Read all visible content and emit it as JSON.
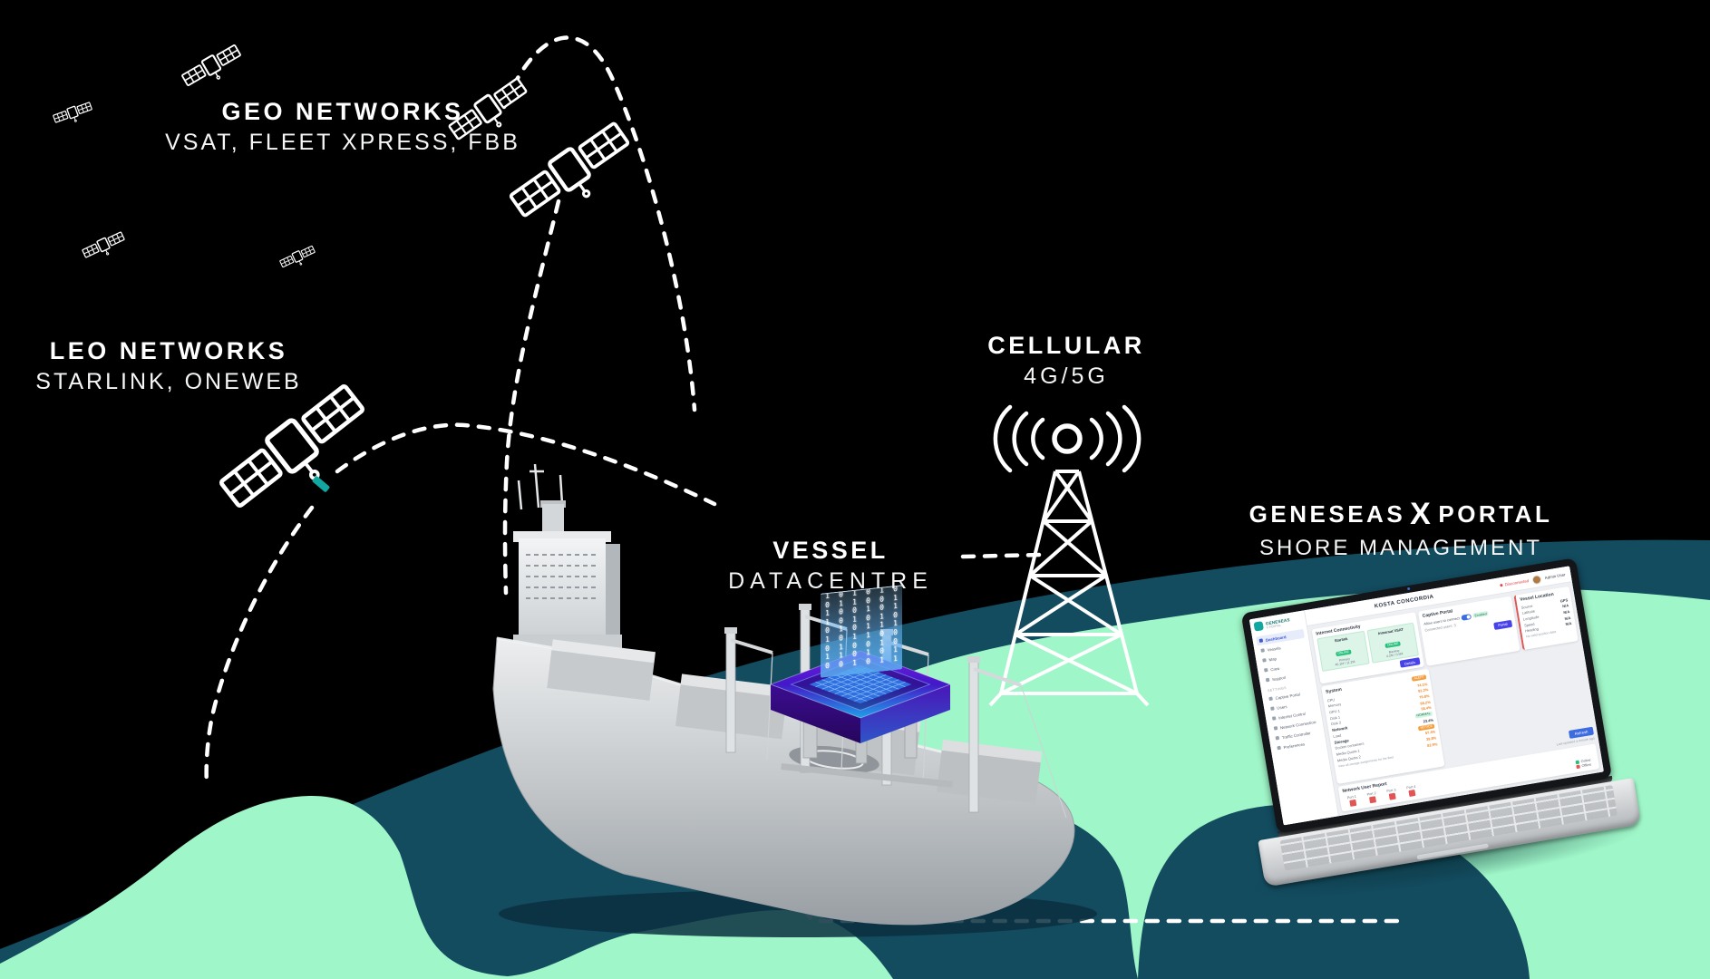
{
  "palette": {
    "background": "#000000",
    "ocean": "#134B5F",
    "land": "#9FF6C8",
    "line_white": "#FFFFFF",
    "teal_accent": "#12A7A0",
    "chip_purple": "#5712CE",
    "chip_cyan": "#1FA0E8",
    "hologram_blue": "#6FBBEF",
    "indigo_button": "#4743E8",
    "status_green": "#27C07A",
    "status_orange": "#F59E3D",
    "status_red": "#E25555"
  },
  "diagram": {
    "geo": {
      "title": "GEO NETWORKS",
      "subtitle": "VSAT, FLEET XPRESS, FBB"
    },
    "leo": {
      "title": "LEO NETWORKS",
      "subtitle": "STARLINK, ONEWEB"
    },
    "cellular": {
      "title": "CELLULAR",
      "subtitle": "4G/5G"
    },
    "vessel": {
      "title": "VESSEL",
      "subtitle": "DATACENTRE"
    },
    "portal": {
      "word1": "GENESEAS",
      "word2": "X",
      "word3": "PORTAL",
      "subtitle": "SHORE MANAGEMENT"
    }
  },
  "hologram": {
    "columns": [
      "101101010",
      "010010110",
      "110101001",
      "001011010",
      "100110101",
      "011010011"
    ]
  },
  "laptop": {
    "logo": {
      "name": "GENESEAS",
      "sub": "X PORTAL"
    },
    "topbar": {
      "title": "KOSTA CONCORDIA",
      "user": "Admin User",
      "status": "Disconnected"
    },
    "sidebar": {
      "items": [
        "Dashboard",
        "Vessels",
        "Map",
        "Crew",
        "Support"
      ],
      "section": "SETTINGS",
      "settings_items": [
        "Captive Portal",
        "Users",
        "Internet Control",
        "Network Connections",
        "Traffic Controller",
        "Preferences"
      ]
    },
    "connectivity": {
      "title": "Internet Connectivity",
      "services": [
        {
          "name": "Starlink",
          "badge": "ONLINE",
          "detail": "Primary",
          "stat": "45.1M / 11.2M"
        },
        {
          "name": "Inmarsat VSAT",
          "badge": "ONLINE",
          "detail": "Backup",
          "stat": "4.2M / 0.5M"
        }
      ],
      "button": "Details"
    },
    "captive": {
      "title": "Captive Portal",
      "badge": "Enabled",
      "line1": "Allow users to connect",
      "line2": "Connected users: 3",
      "button": "Portal"
    },
    "location": {
      "title": "Vessel Location",
      "rows": [
        [
          "Source",
          "GPS"
        ],
        [
          "Latitude",
          "N/A"
        ],
        [
          "Longitude",
          "N/A"
        ],
        [
          "Speed",
          "N/A"
        ],
        [
          "Heading",
          "N/A"
        ]
      ],
      "note": "No valid position data"
    },
    "system": {
      "title": "System",
      "badge": "ALERT",
      "rows": [
        [
          "CPU",
          "74.1%"
        ],
        [
          "Memory",
          "91.3%"
        ],
        [
          "GPU 1",
          "79.8%"
        ],
        [
          "Disk 1",
          "88.2%"
        ],
        [
          "Disk 2",
          "56.4%"
        ]
      ],
      "sub1_title": "Network",
      "sub1_badge": "NORMAL",
      "sub1_row": [
        "Load",
        "23.4%"
      ],
      "sub2_title": "Storage",
      "sub2_badge": "NOTICE",
      "storage_rows": [
        [
          "Docker containers",
          "57.4%"
        ],
        [
          "Media Quota 1",
          "39.8%"
        ],
        [
          "Media Quota 2",
          "82.9%"
        ]
      ],
      "footer": "View all storage assignments for the fleet"
    },
    "report": {
      "title": "Network User Report",
      "button": "Refresh",
      "ports": [
        {
          "label": "Port 1",
          "status": "offline"
        },
        {
          "label": "Port 2",
          "status": "offline"
        },
        {
          "label": "Port 3",
          "status": "offline"
        },
        {
          "label": "Port 4",
          "status": "offline"
        }
      ],
      "legend": [
        {
          "label": "Online",
          "color": "#27C07A"
        },
        {
          "label": "Offline",
          "color": "#E25555"
        }
      ],
      "note": "Last updated a minute ago"
    }
  }
}
